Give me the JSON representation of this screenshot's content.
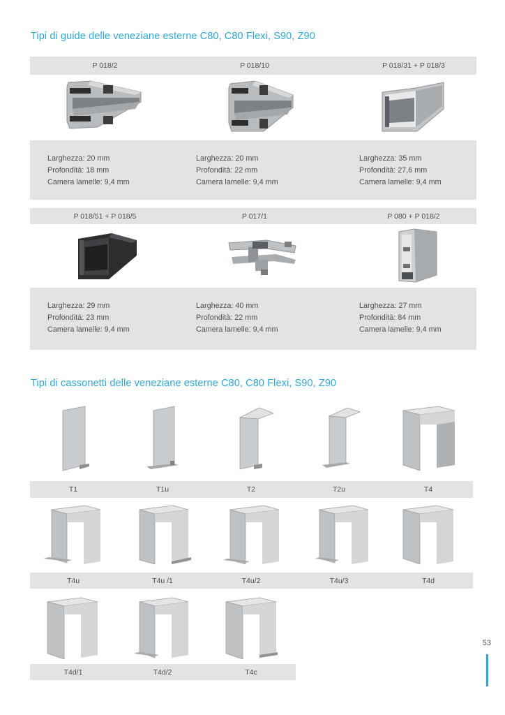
{
  "guides": {
    "title": "Tipi di guide delle veneziane esterne C80, C80 Flexi, S90, Z90",
    "row1": [
      {
        "code": "P 018/2",
        "width": "Larghezza: 20 mm",
        "depth": "Profondità: 18 mm",
        "chamber": "Camera lamelle: 9,4 mm"
      },
      {
        "code": "P 018/10",
        "width": "Larghezza: 20 mm",
        "depth": "Profondità: 22 mm",
        "chamber": "Camera lamelle: 9,4 mm"
      },
      {
        "code": "P 018/31 + P 018/3",
        "width": "Larghezza: 35 mm",
        "depth": "Profondità: 27,6 mm",
        "chamber": "Camera lamelle: 9,4 mm"
      }
    ],
    "row2": [
      {
        "code": "P 018/51 + P 018/5",
        "width": "Larghezza: 29 mm",
        "depth": "Profondità: 23 mm",
        "chamber": "Camera lamelle: 9,4 mm"
      },
      {
        "code": "P 017/1",
        "width": "Larghezza: 40 mm",
        "depth": "Profondità: 22 mm",
        "chamber": "Camera lamelle: 9,4 mm"
      },
      {
        "code": "P 080 + P 018/2",
        "width": "Larghezza: 27 mm",
        "depth": "Profondità: 84 mm",
        "chamber": "Camera lamelle: 9,4 mm"
      }
    ]
  },
  "boxes": {
    "title": "Tipi di cassonetti delle veneziane esterne C80, C80 Flexi, S90, Z90",
    "row1": [
      "T1",
      "T1u",
      "T2",
      "T2u",
      "T4"
    ],
    "row2": [
      "T4u",
      "T4u /1",
      "T4u/2",
      "T4u/3",
      "T4d"
    ],
    "row3": [
      "T4d/1",
      "T4d/2",
      "T4c"
    ]
  },
  "page_number": "53"
}
